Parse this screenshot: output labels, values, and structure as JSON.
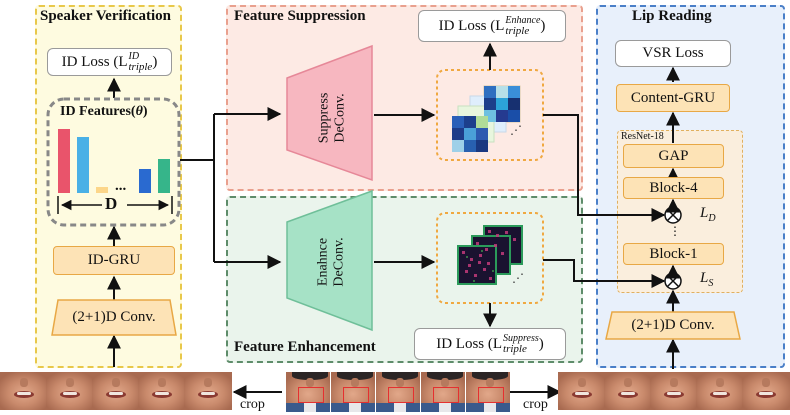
{
  "panels": {
    "speaker": {
      "title": "Speaker Verification",
      "id_loss": "ID Loss (L",
      "id_loss_sup": "ID",
      "id_loss_sub": "triple",
      "features_label": "ID Features(",
      "features_theta": "θ",
      "dim_label": "D",
      "dots": "...",
      "gru": "ID-GRU",
      "conv": "(2+1)D Conv."
    },
    "suppression": {
      "title": "Feature Suppression",
      "decoder_line1": "Suppress",
      "decoder_line2": "DeConv.",
      "loss": "ID Loss (L",
      "loss_sup": "Enhance",
      "loss_sub": "triple"
    },
    "enhancement": {
      "title": "Feature Enhancement",
      "decoder_line1": "Enahnce",
      "decoder_line2": "DeConv.",
      "loss": "ID Loss (L",
      "loss_sup": "Suppress",
      "loss_sub": "triple"
    },
    "lip": {
      "title": "Lip Reading",
      "vsr_loss": "VSR Loss",
      "content_gru": "Content-GRU",
      "resnet": "ResNet-18",
      "gap": "GAP",
      "block4": "Block-4",
      "vdots": "⋮",
      "block1": "Block-1",
      "conv": "(2+1)D Conv.",
      "ld": "L",
      "ld_sub": "D",
      "ls": "L",
      "ls_sub": "S"
    }
  },
  "crop_left": "crop",
  "crop_right": "crop",
  "colors": {
    "speaker_bg": "#fefbe0",
    "speaker_border": "#e8c84a",
    "suppress_bg": "#fdeae4",
    "suppress_border": "#e9a08e",
    "enhance_bg": "#eaf4ec",
    "enhance_border": "#5e8c6a",
    "lip_bg": "#e8f0fb",
    "lip_border": "#4a7fc8",
    "bar_red": "#e9546b",
    "bar_blue": "#4ab0e6",
    "bar_yellow": "#fcd68a",
    "bar_dblue": "#2a6ad0",
    "bar_green": "#36b58a"
  }
}
